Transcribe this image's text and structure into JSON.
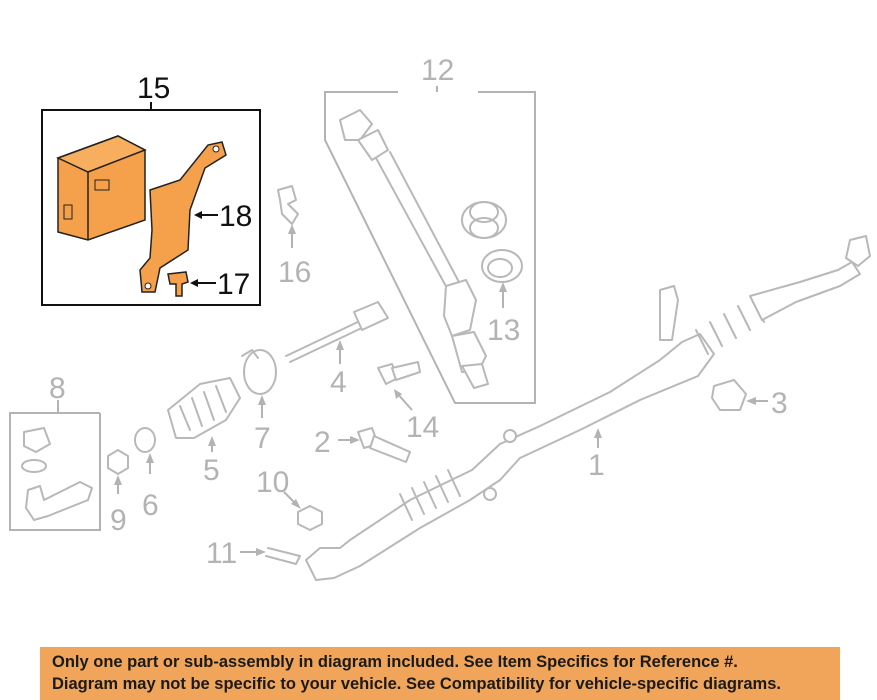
{
  "diagram": {
    "callouts": {
      "c1": "1",
      "c2": "2",
      "c3": "3",
      "c4": "4",
      "c5": "5",
      "c6": "6",
      "c7": "7",
      "c8": "8",
      "c9": "9",
      "c10": "10",
      "c11": "11",
      "c12": "12",
      "c13": "13",
      "c14": "14",
      "c15": "15",
      "c16": "16",
      "c17": "17",
      "c18": "18"
    },
    "highlight_color": "#f5a04a",
    "line_color": "#b8b8b8"
  },
  "banner": {
    "line1": "Only one part or sub-assembly in diagram included. See Item Specifics for Reference #.",
    "line2": "Diagram may not be specific to your vehicle. See Compatibility for vehicle-specific diagrams.",
    "color": "#f0a55a"
  }
}
